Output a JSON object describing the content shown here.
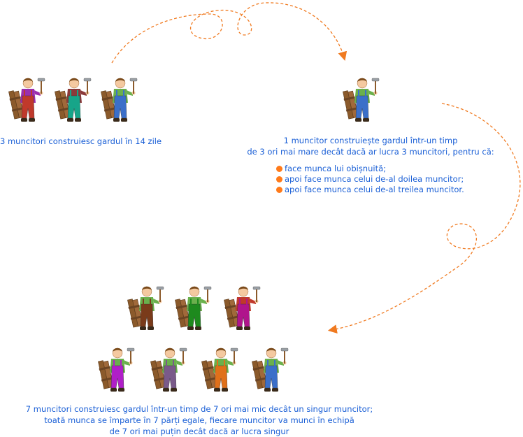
{
  "colors": {
    "text": "#1a5fd6",
    "arrow": "#f07a20",
    "bullet": "#ff7a1a"
  },
  "group1": {
    "caption": "3 muncitori construiesc gardul în 14 zile",
    "workers": [
      "#c0392b",
      "#17a589",
      "#3b6fc9"
    ],
    "shirts": [
      "#9b2fae",
      "#8b3a3a",
      "#6ab04c"
    ]
  },
  "single": {
    "caption_line1": "1 muncitor construiește gardul într-un timp",
    "caption_line2": "de 3 ori mai mare decât dacă ar lucra 3 muncitori, pentru că:",
    "bullets": [
      "face munca lui obișnuită;",
      "apoi face munca celui de-al doilea muncitor;",
      "apoi face munca celui de-al treilea muncitor."
    ],
    "workers": [
      "#3b6fc9"
    ],
    "shirts": [
      "#6ab04c"
    ]
  },
  "group7": {
    "caption_line1": "7 muncitori construiesc gardul într-un timp de 7 ori mai mic decât un singur muncitor;",
    "caption_line2": "toată munca se împarte în 7 părți egale, fiecare muncitor va munci în echipă",
    "caption_line3": "de 7 ori mai puțin decât dacă ar lucra singur",
    "workers": [
      "#7a3b1a",
      "#1e8a1e",
      "#b0148c",
      "#b01ec8",
      "#7a5a8a",
      "#e0701a",
      "#3b6fc9"
    ],
    "shirts": [
      "#6ab04c",
      "#6ab04c",
      "#c0392b",
      "#6ab04c",
      "#6ab04c",
      "#6ab04c",
      "#6ab04c"
    ]
  }
}
